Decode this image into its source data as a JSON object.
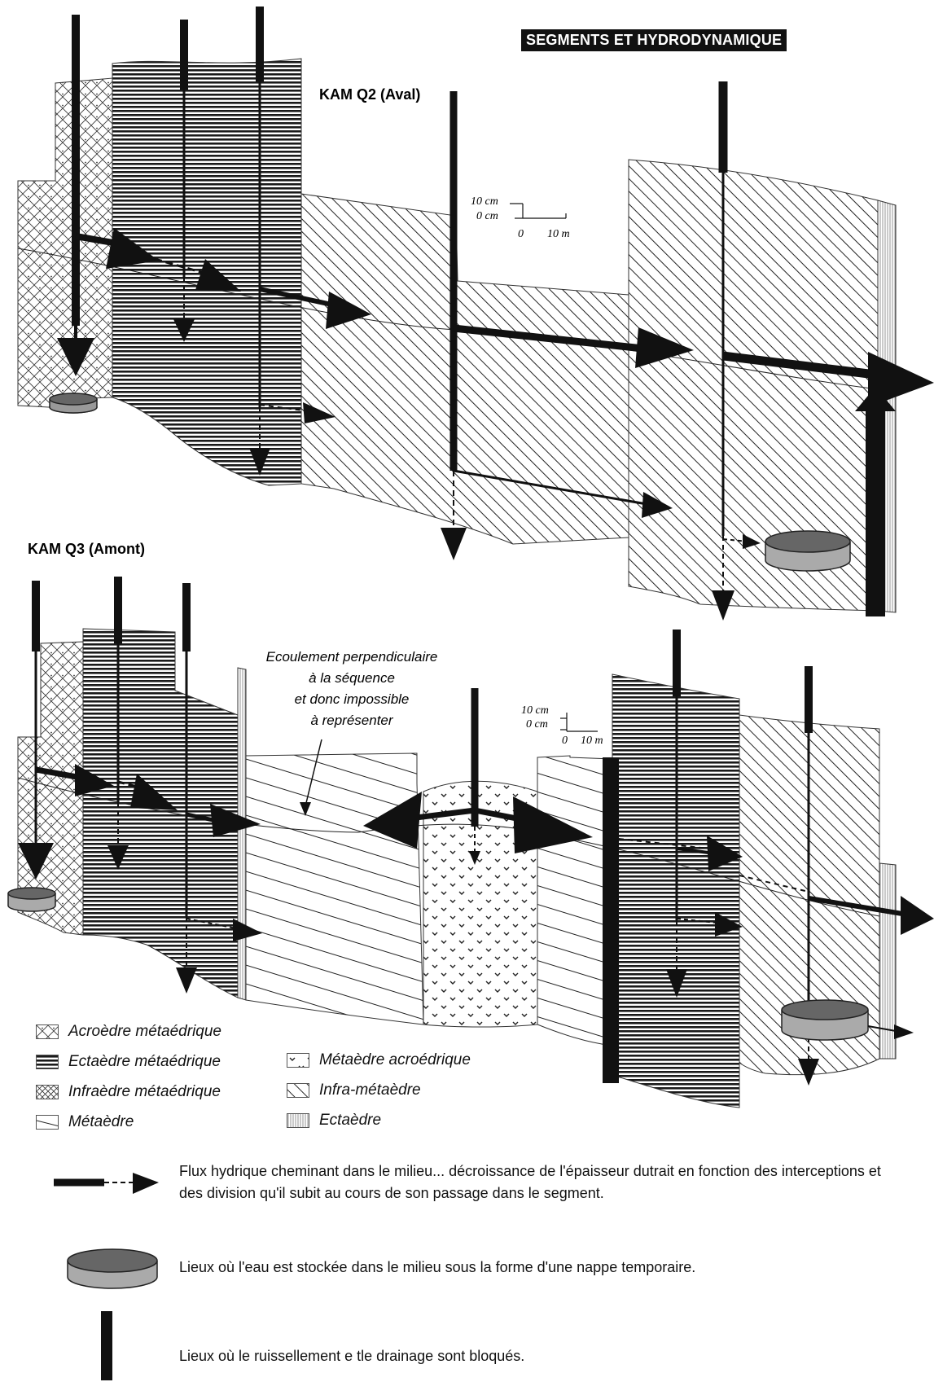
{
  "title": "SEGMENTS ET HYDRODYNAMIQUE",
  "sections": {
    "upper_label": "KAM Q2 (Aval)",
    "lower_label": "KAM Q3 (Amont)"
  },
  "scale_upper": {
    "v_top": "10 cm",
    "v_zero": "0 cm",
    "h_zero": "0",
    "h_end": "10 m"
  },
  "scale_lower": {
    "v_top": "10 cm",
    "v_zero": "0 cm",
    "h_zero": "0",
    "h_end": "10 m"
  },
  "annotation": {
    "line1": "Ecoulement perpendiculaire",
    "line2": "à la séquence",
    "line3": "et donc impossible",
    "line4": "à représenter"
  },
  "legend": [
    {
      "label": "Acroèdre métaédrique",
      "pattern": "acro-meta"
    },
    {
      "label": "Ectaèdre métaédrique",
      "pattern": "ecta-meta"
    },
    {
      "label": "Infraèdre métaédrique",
      "pattern": "infra-meta"
    },
    {
      "label": "Métaèdre",
      "pattern": "metaedre"
    },
    {
      "label": "Métaèdre acroédrique",
      "pattern": "meta-acro"
    },
    {
      "label": "Infra-métaèdre",
      "pattern": "infra-metaedre"
    },
    {
      "label": "Ectaèdre",
      "pattern": "ectaedre"
    }
  ],
  "key": {
    "flux": "Flux hydrique cheminant dans le milieu... décroissance de l'épaisseur dutrait en fonction des interceptions et des division qu'il subit au cours de son passage dans le segment.",
    "nappe": "Lieux où l'eau est stockée dans le milieu sous la forme d'une nappe temporaire.",
    "bloque": "Lieux où le ruissellement e tle drainage sont bloqués."
  },
  "colors": {
    "ink": "#111111",
    "cylinder_top": "#777777",
    "cylinder_side": "#aaaaaa",
    "title_bg": "#111111"
  }
}
